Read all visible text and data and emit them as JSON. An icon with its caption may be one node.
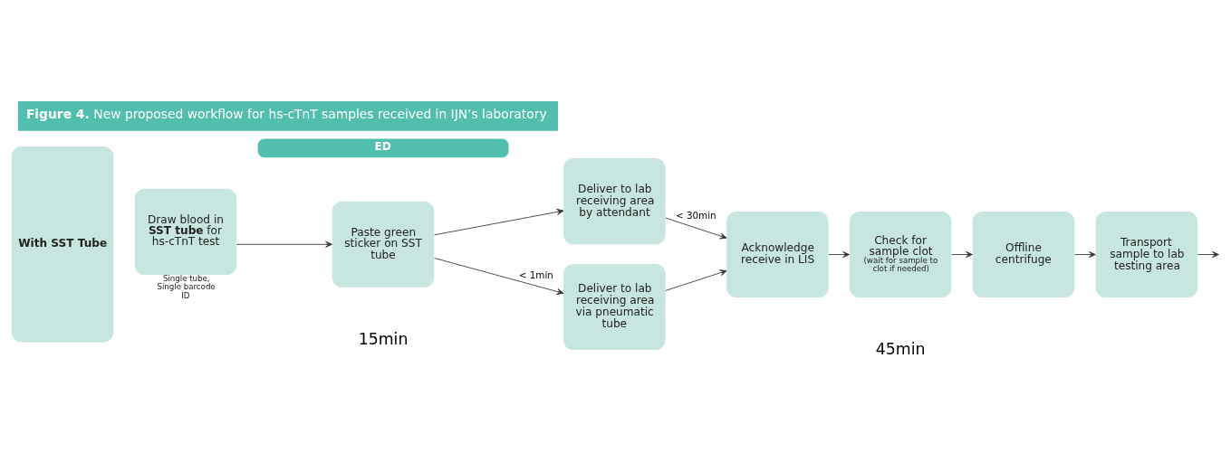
{
  "diagram": {
    "title": "**Figure 4.** New proposed workflow for hs-cTnT samples received in IJN’s laboratory",
    "nodes": [
      {
        "text": [
          "ED"
        ]
      },
      {
        "text": [
          "With SST Tube"
        ]
      },
      {
        "text": [
          "Draw blood in **SST tube** for hs-cTnT test"
        ],
        "beside": [
          "Single tube, Single barcode ID"
        ]
      },
      {
        "text": [
          "Paste green sticker on SST tube"
        ]
      },
      {
        "text": [
          "Deliver to lab receiving area by attendant"
        ]
      },
      {
        "text": [
          "Deliver to lab receiving area via pneumatic tube"
        ]
      },
      {
        "text": [
          "Acknowledge receive in LIS"
        ]
      },
      {
        "text": [
          "Check for sample clot",
          "(wait for sample to clot if needed)"
        ]
      },
      {
        "text": [
          "Offline centrifuge"
        ]
      },
      {
        "text": [
          "Transport sample to lab testing area"
        ]
      }
    ],
    "edges": [
      {
        "from": 2,
        "to": 3,
        "arrow": "to"
      },
      {
        "from": 3,
        "to": 4,
        "arrow": "to"
      },
      {
        "from": 3,
        "to": 5,
        "arrow": "to",
        "label": "< 1min"
      },
      {
        "from": 4,
        "to": 6,
        "arrow": "to",
        "label": "< 30min"
      },
      {
        "from": 5,
        "to": 6,
        "arrow": "to"
      },
      {
        "from": 6,
        "to": 7,
        "arrow": "to"
      },
      {
        "from": 7,
        "to": 8,
        "arrow": "to"
      },
      {
        "from": 8,
        "to": 9,
        "arrow": "to"
      },
      {
        "from": 9,
        "to": null,
        "arrow": "to"
      }
    ],
    "labels": [
      "45min",
      "15min"
    ]
  }
}
